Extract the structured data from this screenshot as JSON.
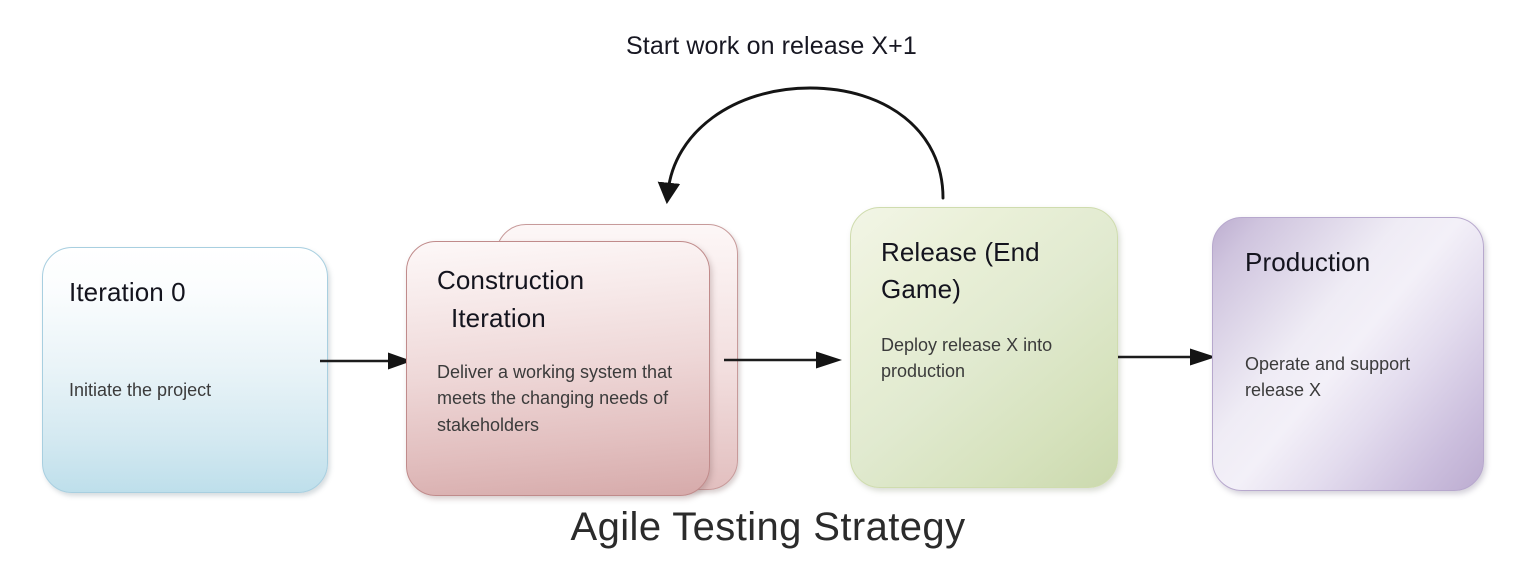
{
  "diagram": {
    "title": "Agile Testing Strategy",
    "feedback_label": "Start work on release X+1",
    "background_color": "#ffffff",
    "phases": [
      {
        "id": "iteration-0",
        "title": "Iteration 0",
        "description": "Initiate the project",
        "color": "#bedfeb",
        "border_color": "#a8cfe0"
      },
      {
        "id": "construction-iteration",
        "title_line_1": "Construction",
        "title_line_2": "Iteration",
        "description": "Deliver a working system that meets the  changing needs of stakeholders",
        "color": "#e2bfbf",
        "border_color": "#c08b8b",
        "stacked": "true"
      },
      {
        "id": "release-end-game",
        "title_line_1": "Release (End",
        "title_line_2": "Game)",
        "description": "Deploy release X into production",
        "color": "#d6e2bd",
        "border_color": "#cfdcae"
      },
      {
        "id": "production",
        "title": "Production",
        "description": "Operate and support release X",
        "color": "#cbbedd",
        "border_color": "#b7a8cd"
      }
    ],
    "connectors": [
      {
        "id": "arrow-iteration0-to-construction",
        "from": "iteration-0",
        "to": "construction-iteration",
        "style": "straight-right"
      },
      {
        "id": "arrow-construction-to-release",
        "from": "construction-iteration",
        "to": "release-end-game",
        "style": "straight-right"
      },
      {
        "id": "arrow-release-to-production",
        "from": "release-end-game",
        "to": "production",
        "style": "straight-right"
      },
      {
        "id": "arrow-release-to-construction-feedback",
        "from": "release-end-game",
        "to": "construction-iteration",
        "style": "curved-loop-back"
      }
    ],
    "arrow_color": "#1c1c1c"
  }
}
